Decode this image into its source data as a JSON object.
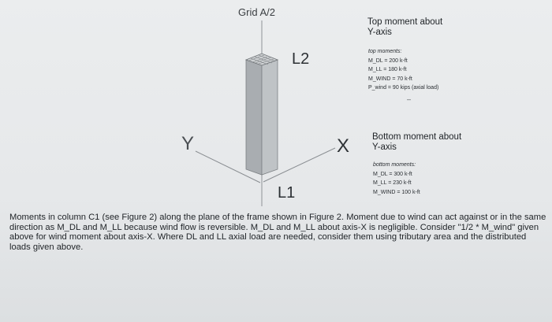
{
  "figure": {
    "grid_label": "Grid A/2",
    "level_top": "L2",
    "level_bottom": "L1",
    "axis_y": "Y",
    "axis_x": "X"
  },
  "top": {
    "heading_1": "Top moment about",
    "heading_2": "Y-axis",
    "list_title": "top moments:",
    "items": [
      "M_DL = 200 k-ft",
      "M_LL = 180 k-ft",
      "M_WIND = 70 k-ft",
      "P_wind = 90 kips (axial load)"
    ]
  },
  "bottom": {
    "heading_1": "Bottom moment about",
    "heading_2": "Y-axis",
    "list_title": "bottom moments:",
    "items": [
      "M_DL = 300 k-ft",
      "M_LL = 230 k-ft",
      "M_WIND = 100 k-ft"
    ]
  },
  "stray_mark": "–",
  "paragraph": "Moments in column C1 (see Figure 2) along the plane of the frame shown in Figure 2. Moment due to wind can act against or in the same direction as M_DL and M_LL because wind flow is reversible. M_DL and M_LL about axis-X is negligible. Consider \"1/2 * M_wind\" given above for wind moment about axis-X. Where DL and LL axial load are needed, consider them using tributary area and the distributed loads given above."
}
